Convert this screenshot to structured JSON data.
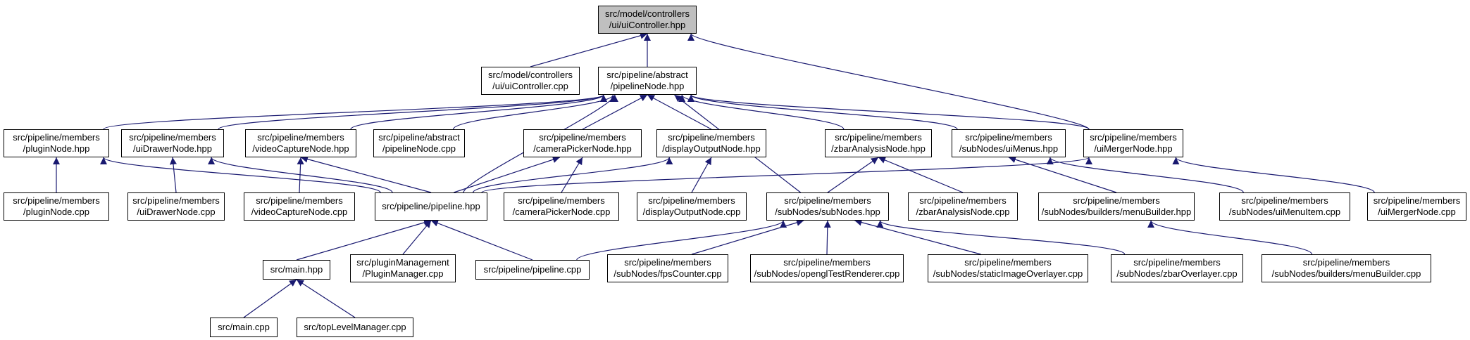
{
  "diagram": {
    "type": "include dependency graph",
    "edge_color": "#191970",
    "root_fill": "#bfbfbf",
    "nodes": [
      {
        "id": "uiController_hpp",
        "lines": [
          "src/model/controllers",
          "/ui/uiController.hpp"
        ],
        "root": true
      },
      {
        "id": "uiController_cpp",
        "lines": [
          "src/model/controllers",
          "/ui/uiController.cpp"
        ]
      },
      {
        "id": "pipelineNode_hpp",
        "lines": [
          "src/pipeline/abstract",
          "/pipelineNode.hpp"
        ]
      },
      {
        "id": "uiMergerNode_hpp",
        "lines": [
          "src/pipeline/members",
          "/uiMergerNode.hpp"
        ]
      },
      {
        "id": "pluginNode_hpp",
        "lines": [
          "src/pipeline/members",
          "/pluginNode.hpp"
        ]
      },
      {
        "id": "uiDrawerNode_hpp",
        "lines": [
          "src/pipeline/members",
          "/uiDrawerNode.hpp"
        ]
      },
      {
        "id": "videoCaptureNode_hpp",
        "lines": [
          "src/pipeline/members",
          "/videoCaptureNode.hpp"
        ]
      },
      {
        "id": "pipelineNode_cpp",
        "lines": [
          "src/pipeline/abstract",
          "/pipelineNode.cpp"
        ]
      },
      {
        "id": "cameraPickerNode_hpp",
        "lines": [
          "src/pipeline/members",
          "/cameraPickerNode.hpp"
        ]
      },
      {
        "id": "displayOutputNode_hpp",
        "lines": [
          "src/pipeline/members",
          "/displayOutputNode.hpp"
        ]
      },
      {
        "id": "zbarAnalysisNode_hpp",
        "lines": [
          "src/pipeline/members",
          "/zbarAnalysisNode.hpp"
        ]
      },
      {
        "id": "uiMenus_hpp",
        "lines": [
          "src/pipeline/members",
          "/subNodes/uiMenus.hpp"
        ]
      },
      {
        "id": "pluginNode_cpp",
        "lines": [
          "src/pipeline/members",
          "/pluginNode.cpp"
        ]
      },
      {
        "id": "uiDrawerNode_cpp",
        "lines": [
          "src/pipeline/members",
          "/uiDrawerNode.cpp"
        ]
      },
      {
        "id": "videoCaptureNode_cpp",
        "lines": [
          "src/pipeline/members",
          "/videoCaptureNode.cpp"
        ]
      },
      {
        "id": "pipeline_hpp",
        "lines": [
          "src/pipeline/pipeline.hpp"
        ]
      },
      {
        "id": "cameraPickerNode_cpp",
        "lines": [
          "src/pipeline/members",
          "/cameraPickerNode.cpp"
        ]
      },
      {
        "id": "displayOutputNode_cpp",
        "lines": [
          "src/pipeline/members",
          "/displayOutputNode.cpp"
        ]
      },
      {
        "id": "subNodes_hpp",
        "lines": [
          "src/pipeline/members",
          "/subNodes/subNodes.hpp"
        ]
      },
      {
        "id": "zbarAnalysisNode_cpp",
        "lines": [
          "src/pipeline/members",
          "/zbarAnalysisNode.cpp"
        ]
      },
      {
        "id": "menuBuilder_hpp",
        "lines": [
          "src/pipeline/members",
          "/subNodes/builders/menuBuilder.hpp"
        ]
      },
      {
        "id": "uiMenuItem_cpp",
        "lines": [
          "src/pipeline/members",
          "/subNodes/uiMenuItem.cpp"
        ]
      },
      {
        "id": "uiMergerNode_cpp",
        "lines": [
          "src/pipeline/members",
          "/uiMergerNode.cpp"
        ]
      },
      {
        "id": "main_hpp",
        "lines": [
          "src/main.hpp"
        ]
      },
      {
        "id": "PluginManager_cpp",
        "lines": [
          "src/pluginManagement",
          "/PluginManager.cpp"
        ]
      },
      {
        "id": "pipeline_cpp",
        "lines": [
          "src/pipeline/pipeline.cpp"
        ]
      },
      {
        "id": "fpsCounter_cpp",
        "lines": [
          "src/pipeline/members",
          "/subNodes/fpsCounter.cpp"
        ]
      },
      {
        "id": "openglTestRenderer_cpp",
        "lines": [
          "src/pipeline/members",
          "/subNodes/openglTestRenderer.cpp"
        ]
      },
      {
        "id": "staticImageOverlayer_cpp",
        "lines": [
          "src/pipeline/members",
          "/subNodes/staticImageOverlayer.cpp"
        ]
      },
      {
        "id": "zbarOverlayer_cpp",
        "lines": [
          "src/pipeline/members",
          "/subNodes/zbarOverlayer.cpp"
        ]
      },
      {
        "id": "menuBuilder_cpp",
        "lines": [
          "src/pipeline/members",
          "/subNodes/builders/menuBuilder.cpp"
        ]
      },
      {
        "id": "main_cpp",
        "lines": [
          "src/main.cpp"
        ]
      },
      {
        "id": "topLevelManager_cpp",
        "lines": [
          "src/topLevelManager.cpp"
        ]
      }
    ],
    "edges": [
      [
        "uiController_cpp",
        "uiController_hpp"
      ],
      [
        "pipelineNode_hpp",
        "uiController_hpp"
      ],
      [
        "uiMergerNode_hpp",
        "uiController_hpp"
      ],
      [
        "pluginNode_hpp",
        "pipelineNode_hpp"
      ],
      [
        "uiDrawerNode_hpp",
        "pipelineNode_hpp"
      ],
      [
        "videoCaptureNode_hpp",
        "pipelineNode_hpp"
      ],
      [
        "pipelineNode_cpp",
        "pipelineNode_hpp"
      ],
      [
        "pipeline_hpp",
        "pipelineNode_hpp"
      ],
      [
        "cameraPickerNode_hpp",
        "pipelineNode_hpp"
      ],
      [
        "displayOutputNode_hpp",
        "pipelineNode_hpp"
      ],
      [
        "subNodes_hpp",
        "pipelineNode_hpp"
      ],
      [
        "zbarAnalysisNode_hpp",
        "pipelineNode_hpp"
      ],
      [
        "uiMenus_hpp",
        "pipelineNode_hpp"
      ],
      [
        "uiMergerNode_hpp",
        "pipelineNode_hpp"
      ],
      [
        "pluginNode_cpp",
        "pluginNode_hpp"
      ],
      [
        "pipeline_hpp",
        "pluginNode_hpp"
      ],
      [
        "uiDrawerNode_cpp",
        "uiDrawerNode_hpp"
      ],
      [
        "pipeline_hpp",
        "uiDrawerNode_hpp"
      ],
      [
        "videoCaptureNode_cpp",
        "videoCaptureNode_hpp"
      ],
      [
        "pipeline_hpp",
        "videoCaptureNode_hpp"
      ],
      [
        "cameraPickerNode_cpp",
        "cameraPickerNode_hpp"
      ],
      [
        "pipeline_hpp",
        "cameraPickerNode_hpp"
      ],
      [
        "displayOutputNode_cpp",
        "displayOutputNode_hpp"
      ],
      [
        "pipeline_hpp",
        "displayOutputNode_hpp"
      ],
      [
        "subNodes_hpp",
        "zbarAnalysisNode_hpp"
      ],
      [
        "zbarAnalysisNode_cpp",
        "zbarAnalysisNode_hpp"
      ],
      [
        "menuBuilder_hpp",
        "uiMenus_hpp"
      ],
      [
        "uiMenuItem_cpp",
        "uiMenus_hpp"
      ],
      [
        "pipeline_hpp",
        "uiMergerNode_hpp"
      ],
      [
        "uiMergerNode_cpp",
        "uiMergerNode_hpp"
      ],
      [
        "main_hpp",
        "pipeline_hpp"
      ],
      [
        "PluginManager_cpp",
        "pipeline_hpp"
      ],
      [
        "pipeline_cpp",
        "pipeline_hpp"
      ],
      [
        "pipeline_cpp",
        "subNodes_hpp"
      ],
      [
        "fpsCounter_cpp",
        "subNodes_hpp"
      ],
      [
        "openglTestRenderer_cpp",
        "subNodes_hpp"
      ],
      [
        "staticImageOverlayer_cpp",
        "subNodes_hpp"
      ],
      [
        "zbarOverlayer_cpp",
        "subNodes_hpp"
      ],
      [
        "menuBuilder_cpp",
        "menuBuilder_hpp"
      ],
      [
        "main_cpp",
        "main_hpp"
      ],
      [
        "topLevelManager_cpp",
        "main_hpp"
      ]
    ]
  }
}
